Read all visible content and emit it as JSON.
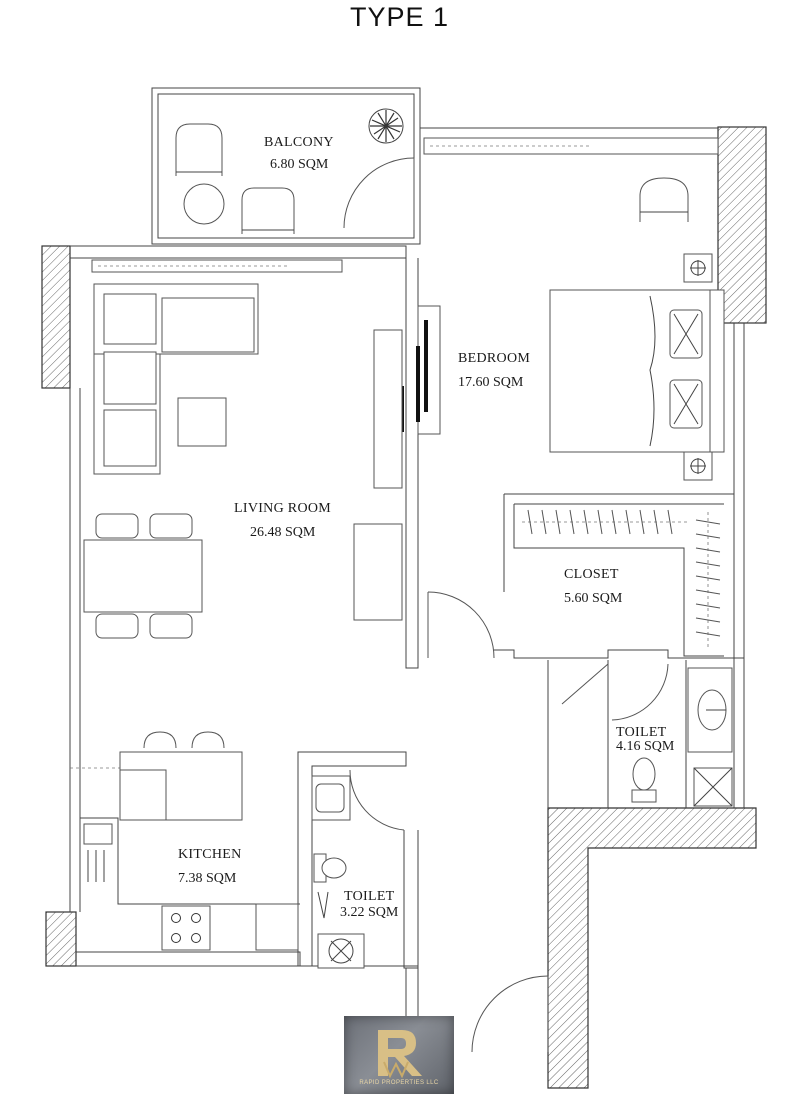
{
  "title": "TYPE 1",
  "rooms": {
    "balcony": {
      "name": "BALCONY",
      "area": "6.80 SQM"
    },
    "bedroom": {
      "name": "BEDROOM",
      "area": "17.60 SQM"
    },
    "living_room": {
      "name": "LIVING ROOM",
      "area": "26.48 SQM"
    },
    "closet": {
      "name": "CLOSET",
      "area": "5.60 SQM"
    },
    "toilet_master": {
      "name": "TOILET",
      "area": "4.16 SQM"
    },
    "kitchen": {
      "name": "KITCHEN",
      "area": "7.38 SQM"
    },
    "toilet_guest": {
      "name": "TOILET",
      "area": "3.22 SQM"
    }
  },
  "watermark": {
    "text": "RAPID PROPERTIES LLC"
  },
  "colors": {
    "walls": "#333333",
    "logo_gold": "#d8bf86",
    "logo_bg": "#7a7e85"
  }
}
